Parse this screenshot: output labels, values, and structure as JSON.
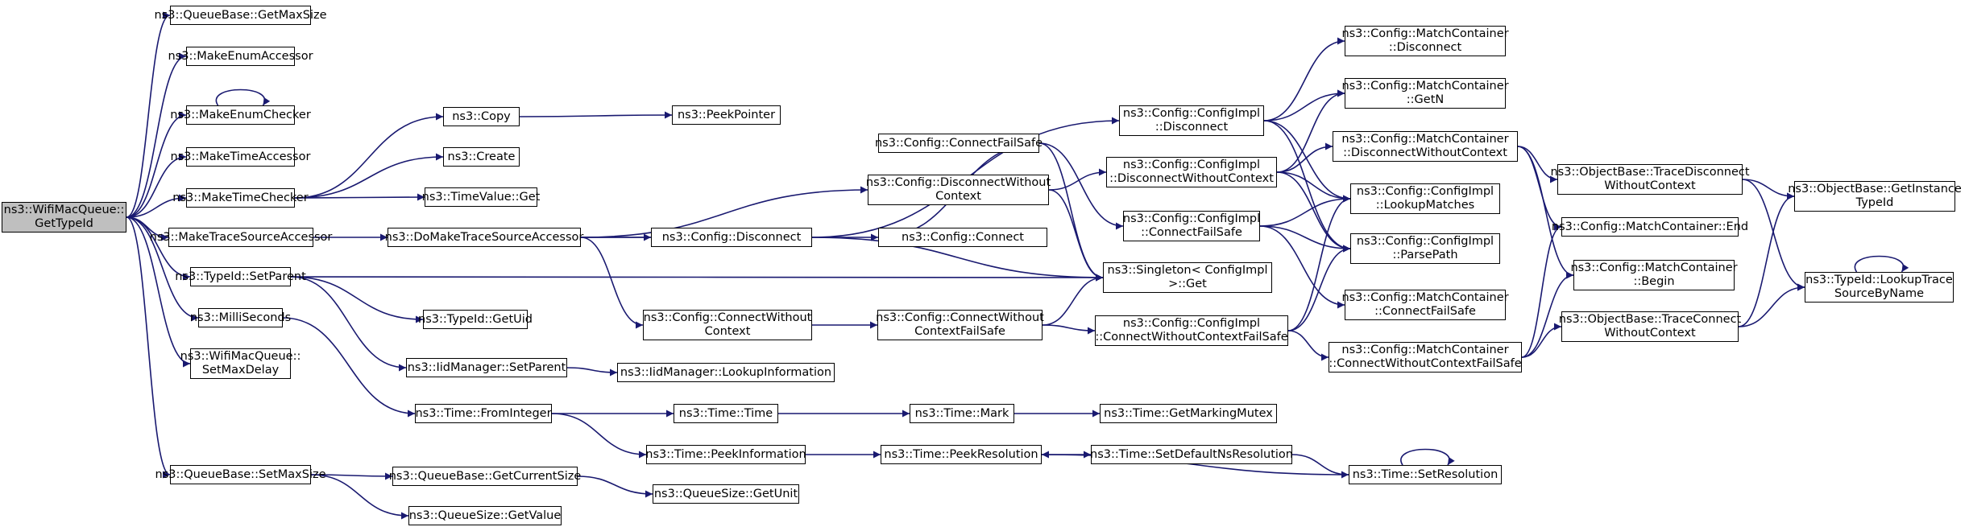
{
  "colors": {
    "edge": "#191970",
    "border": "#000000",
    "root_fill": "#bfbfbf",
    "node_fill": "#ffffff"
  },
  "nodes": {
    "root": {
      "lines": [
        "ns3::WifiMacQueue::",
        "GetTypeId"
      ]
    },
    "qb_getmaxsize": {
      "lines": [
        "ns3::QueueBase::GetMaxSize"
      ]
    },
    "make_enum_accessor": {
      "lines": [
        "ns3::MakeEnumAccessor"
      ]
    },
    "make_enum_checker": {
      "lines": [
        "ns3::MakeEnumChecker"
      ]
    },
    "make_time_accessor": {
      "lines": [
        "ns3::MakeTimeAccessor"
      ]
    },
    "make_time_checker": {
      "lines": [
        "ns3::MakeTimeChecker"
      ]
    },
    "make_trace_source_accessor": {
      "lines": [
        "ns3::MakeTraceSourceAccessor"
      ]
    },
    "typeid_setparent": {
      "lines": [
        "ns3::TypeId::SetParent"
      ]
    },
    "milliseconds": {
      "lines": [
        "ns3::MilliSeconds"
      ]
    },
    "wmq_setmaxdelay": {
      "lines": [
        "ns3::WifiMacQueue::",
        "SetMaxDelay"
      ]
    },
    "qb_setmaxsize": {
      "lines": [
        "ns3::QueueBase::SetMaxSize"
      ]
    },
    "copy": {
      "lines": [
        "ns3::Copy"
      ]
    },
    "create": {
      "lines": [
        "ns3::Create"
      ]
    },
    "timevalue_get": {
      "lines": [
        "ns3::TimeValue::Get"
      ]
    },
    "do_make_tsa": {
      "lines": [
        "ns3::DoMakeTraceSourceAccessor"
      ]
    },
    "typeid_getuid": {
      "lines": [
        "ns3::TypeId::GetUid"
      ]
    },
    "iid_setparent": {
      "lines": [
        "ns3::IidManager::SetParent"
      ]
    },
    "time_frominteger": {
      "lines": [
        "ns3::Time::FromInteger"
      ]
    },
    "qb_getcurrentsize": {
      "lines": [
        "ns3::QueueBase::GetCurrentSize"
      ]
    },
    "qsize_getvalue": {
      "lines": [
        "ns3::QueueSize::GetValue"
      ]
    },
    "peekpointer": {
      "lines": [
        "ns3::PeekPointer"
      ]
    },
    "cfg_disconnect": {
      "lines": [
        "ns3::Config::Disconnect"
      ]
    },
    "cfg_disconnect_wc": {
      "lines": [
        "ns3::Config::DisconnectWithout",
        "Context"
      ]
    },
    "cfg_connect": {
      "lines": [
        "ns3::Config::Connect"
      ]
    },
    "cfg_connect_wc": {
      "lines": [
        "ns3::Config::ConnectWithout",
        "Context"
      ]
    },
    "iid_lookupinfo": {
      "lines": [
        "ns3::IidManager::LookupInformation"
      ]
    },
    "time_time": {
      "lines": [
        "ns3::Time::Time"
      ]
    },
    "time_peekinfo": {
      "lines": [
        "ns3::Time::PeekInformation"
      ]
    },
    "qsize_getunit": {
      "lines": [
        "ns3::QueueSize::GetUnit"
      ]
    },
    "cfg_connectfailsafe": {
      "lines": [
        "ns3::Config::ConnectFailSafe"
      ]
    },
    "cfg_connect_wc_fs": {
      "lines": [
        "ns3::Config::ConnectWithout",
        "ContextFailSafe"
      ]
    },
    "time_mark": {
      "lines": [
        "ns3::Time::Mark"
      ]
    },
    "time_peekres": {
      "lines": [
        "ns3::Time::PeekResolution"
      ]
    },
    "cimpl_disconnect": {
      "lines": [
        "ns3::Config::ConfigImpl",
        "::Disconnect"
      ]
    },
    "cimpl_disconnect_wc": {
      "lines": [
        "ns3::Config::ConfigImpl",
        "::DisconnectWithoutContext"
      ]
    },
    "cimpl_connectfailsafe": {
      "lines": [
        "ns3::Config::ConfigImpl",
        "::ConnectFailSafe"
      ]
    },
    "singleton_get": {
      "lines": [
        "ns3::Singleton< ConfigImpl",
        ">::Get"
      ]
    },
    "cimpl_connect_wc_fs": {
      "lines": [
        "ns3::Config::ConfigImpl",
        "::ConnectWithoutContextFailSafe"
      ]
    },
    "time_getmarkingmutex": {
      "lines": [
        "ns3::Time::GetMarkingMutex"
      ]
    },
    "time_setdefaultns": {
      "lines": [
        "ns3::Time::SetDefaultNsResolution"
      ]
    },
    "mc_disconnect": {
      "lines": [
        "ns3::Config::MatchContainer",
        "::Disconnect"
      ]
    },
    "mc_getn": {
      "lines": [
        "ns3::Config::MatchContainer",
        "::GetN"
      ]
    },
    "mc_disconnect_wc": {
      "lines": [
        "ns3::Config::MatchContainer",
        "::DisconnectWithoutContext"
      ]
    },
    "cimpl_lookupmatches": {
      "lines": [
        "ns3::Config::ConfigImpl",
        "::LookupMatches"
      ]
    },
    "cimpl_parsepath": {
      "lines": [
        "ns3::Config::ConfigImpl",
        "::ParsePath"
      ]
    },
    "mc_connectfailsafe": {
      "lines": [
        "ns3::Config::MatchContainer",
        "::ConnectFailSafe"
      ]
    },
    "mc_connect_wc_fs": {
      "lines": [
        "ns3::Config::MatchContainer",
        "::ConnectWithoutContextFailSafe"
      ]
    },
    "time_setresolution": {
      "lines": [
        "ns3::Time::SetResolution"
      ]
    },
    "ob_tracedisconnect_wc": {
      "lines": [
        "ns3::ObjectBase::TraceDisconnect",
        "WithoutContext"
      ]
    },
    "mc_end": {
      "lines": [
        "ns3::Config::MatchContainer::End"
      ]
    },
    "mc_begin": {
      "lines": [
        "ns3::Config::MatchContainer",
        "::Begin"
      ]
    },
    "ob_traceconnect_wc": {
      "lines": [
        "ns3::ObjectBase::TraceConnect",
        "WithoutContext"
      ]
    },
    "ob_getinstancetypeid": {
      "lines": [
        "ns3::ObjectBase::GetInstance",
        "TypeId"
      ]
    },
    "typeid_lookuptrace": {
      "lines": [
        "ns3::TypeId::LookupTrace",
        "SourceByName"
      ]
    }
  }
}
